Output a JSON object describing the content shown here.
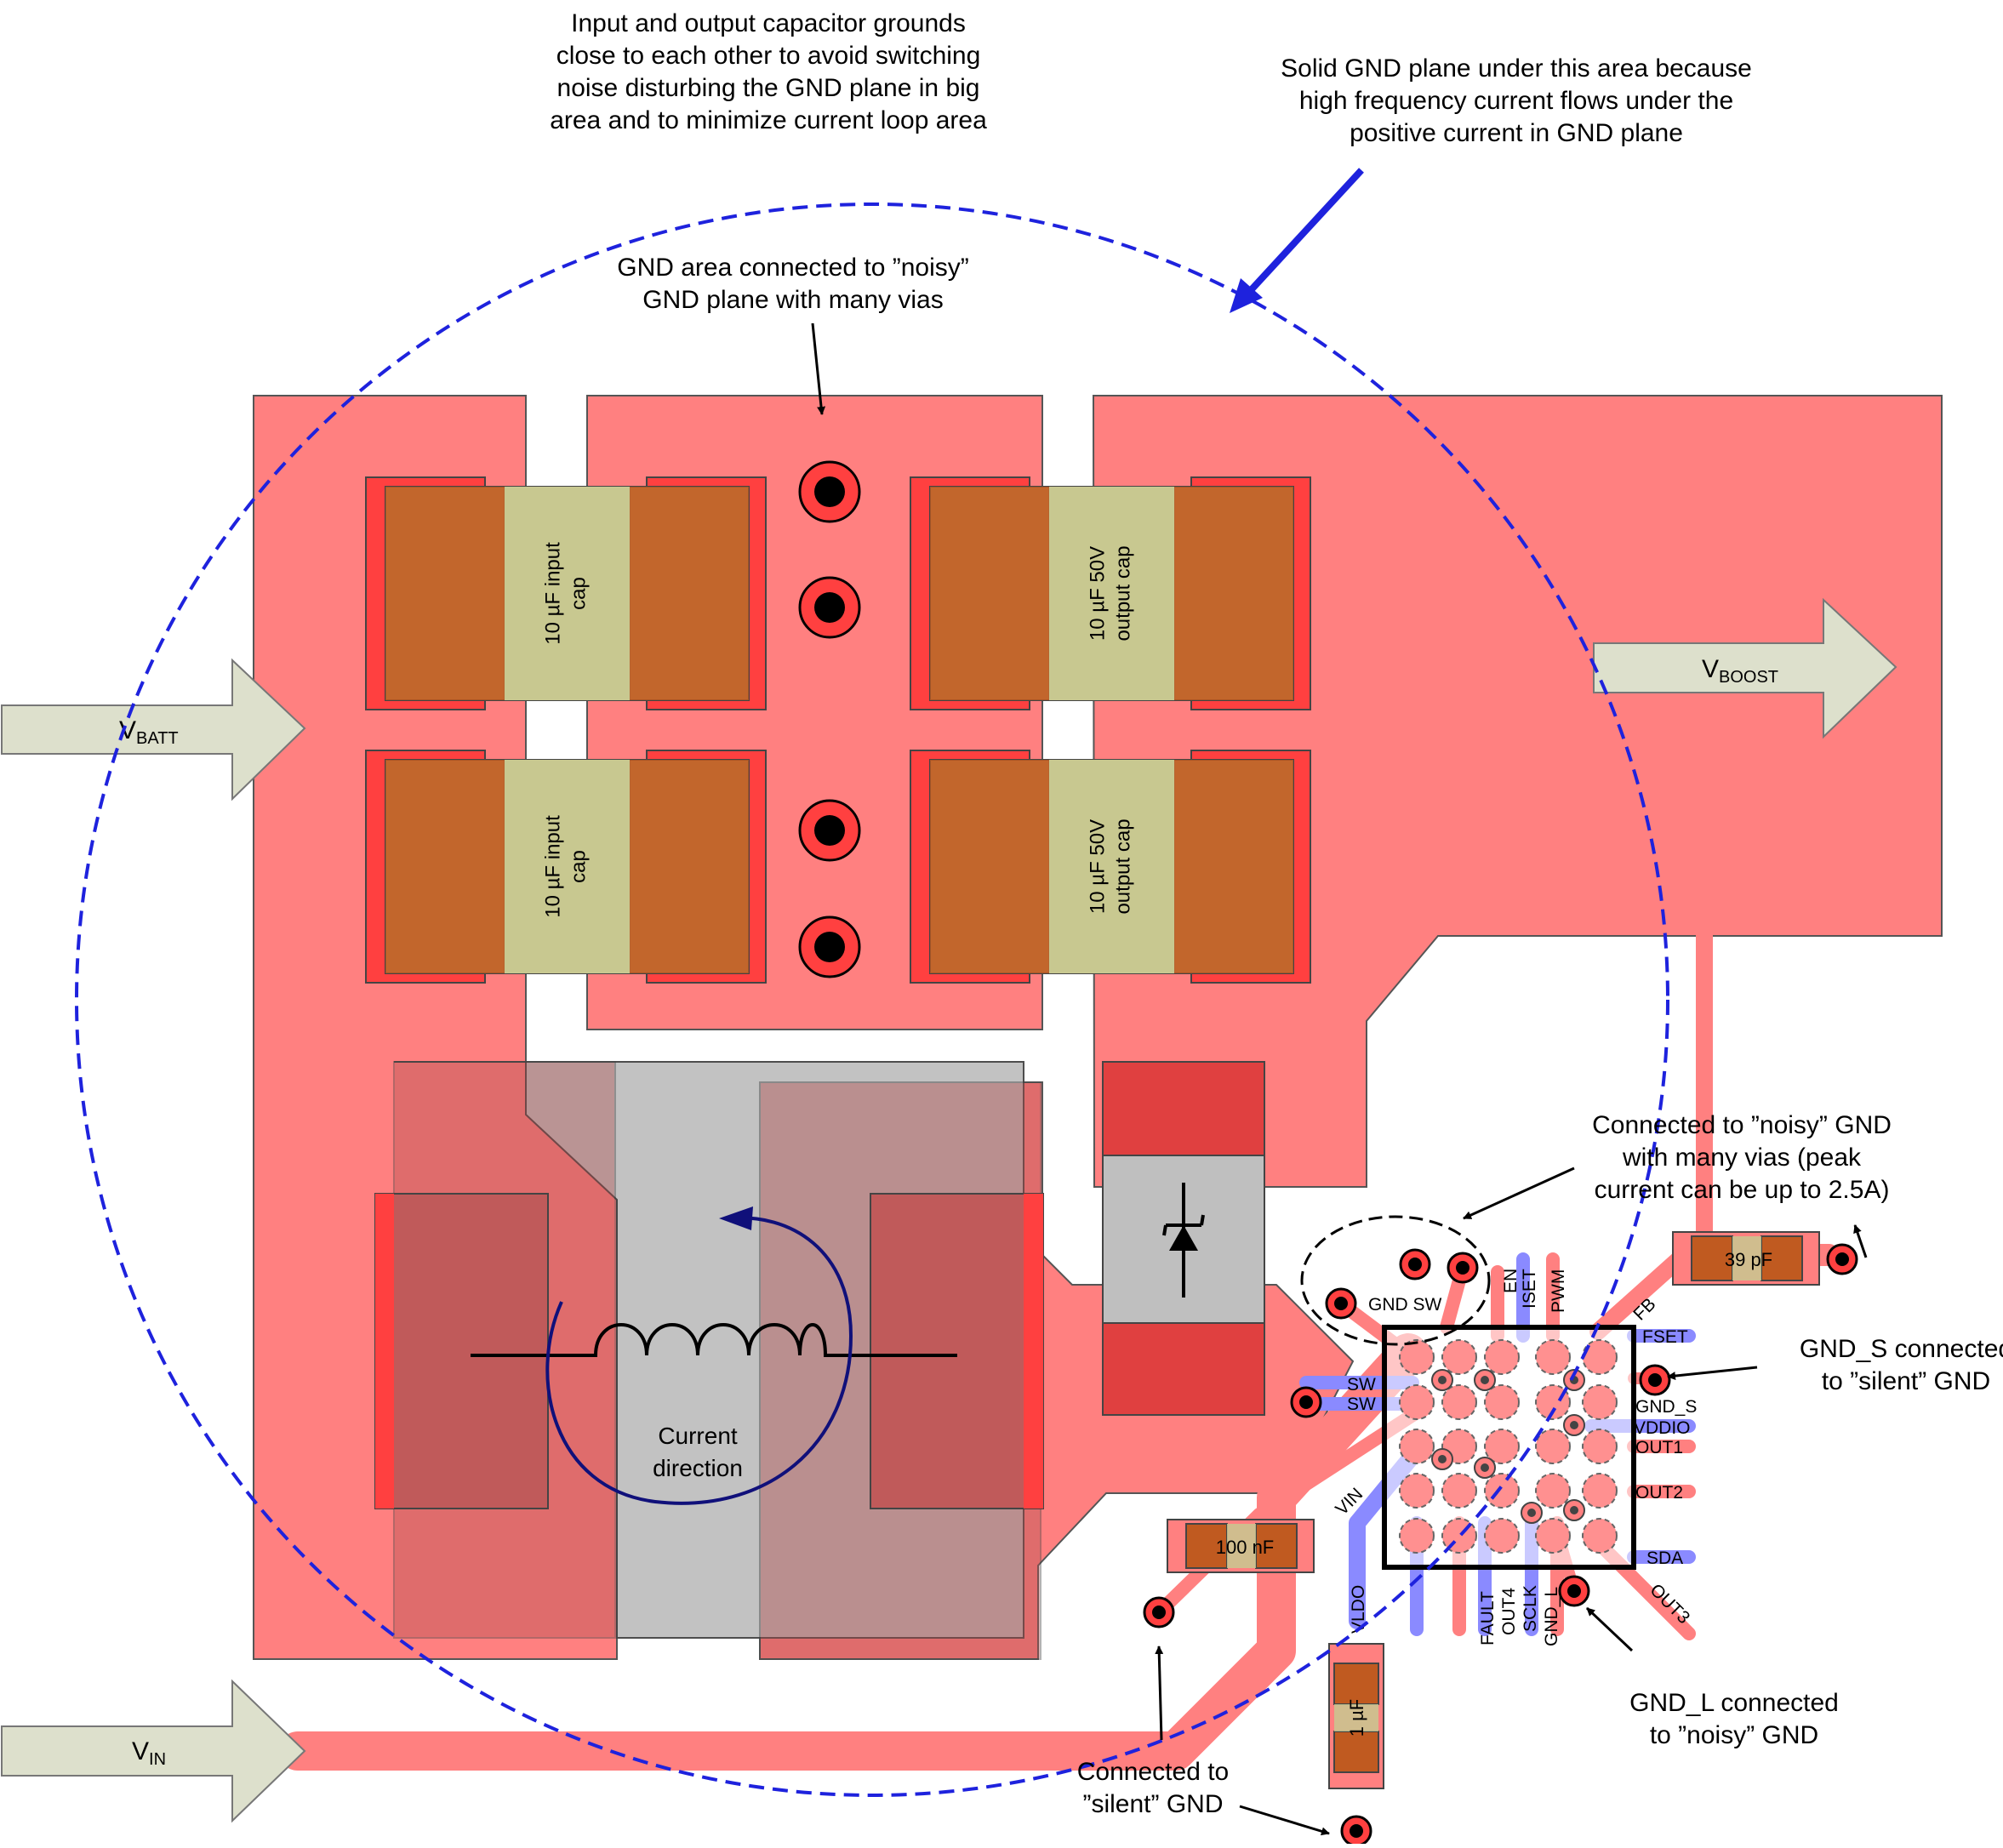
{
  "notes": {
    "input_output_caps": [
      "Input and output capacitor grounds",
      "close to each other to avoid switching",
      "noise disturbing the GND plane in big",
      "area and to minimize current loop area"
    ],
    "solid_gnd": [
      "Solid GND plane under this area because",
      "high frequency current flows under the",
      "positive current in GND plane"
    ],
    "gnd_area": [
      "GND area connected to ”noisy”",
      "GND plane with many vias"
    ],
    "connected_noisy": [
      "Connected to ”noisy” GND",
      "with many vias (peak",
      "current can be up to 2.5A)"
    ],
    "gnd_s": [
      "GND_S connected",
      "to ”silent” GND"
    ],
    "gnd_l": [
      "GND_L connected",
      "to ”noisy” GND"
    ],
    "connected_silent": [
      "Connected to",
      "”silent” GND"
    ]
  },
  "caps": {
    "input_cap": [
      "10 µF input",
      "cap"
    ],
    "output_cap": [
      "10 µF 50V",
      "output cap"
    ],
    "c39": "39 pF",
    "c100": "100 nF",
    "c1u": "1 µF"
  },
  "rails": {
    "vbatt": {
      "base": "V",
      "sub": "BATT"
    },
    "vboost": {
      "base": "V",
      "sub": "BOOST"
    },
    "vin": {
      "base": "V",
      "sub": "IN"
    }
  },
  "current_label": [
    "Current",
    "direction"
  ],
  "pins": {
    "gnd_sw": "GND SW",
    "en": "EN",
    "iset": "ISET",
    "pwm": "PWM",
    "fb": "FB",
    "fset": "FSET",
    "gnd_s": "GND_S",
    "vddio": "VDDIO",
    "out1": "OUT1",
    "out2": "OUT2",
    "sda": "SDA",
    "out3": "OUT3",
    "sw1": "SW",
    "sw2": "SW",
    "vin": "VIN",
    "vldo": "VLDO",
    "fault": "FAULT",
    "out4": "OUT4",
    "sclk": "SCLK",
    "gnd_l": "GND_L"
  },
  "colors": {
    "copper": "#ff8080",
    "pad": "#ff4040",
    "cap_body": "#c05a20",
    "cap_mid": "#c8c890",
    "arrow_fill": "#dde0cc",
    "gnd_circle": "#1e22dd",
    "blue_trace": "#8a8aff",
    "inductor_fill": "#bfbfbf"
  }
}
